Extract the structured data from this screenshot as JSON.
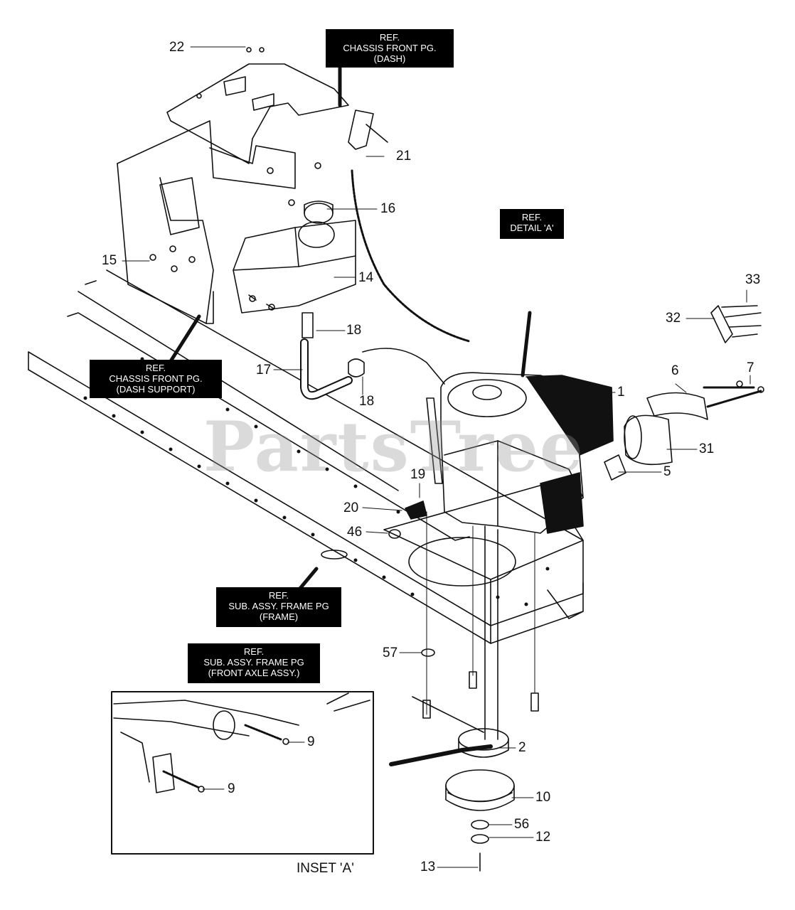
{
  "watermark": "PartsTree",
  "inset_caption": "INSET 'A'",
  "refs": {
    "chassis_dash": [
      "REF.",
      "CHASSIS FRONT PG.",
      "(DASH)"
    ],
    "detail_a": [
      "REF.",
      "DETAIL 'A'"
    ],
    "chassis_dash_support": [
      "REF.",
      "CHASSIS FRONT PG.",
      "(DASH SUPPORT)"
    ],
    "frame": [
      "REF.",
      "SUB. ASSY. FRAME PG",
      "(FRAME)"
    ],
    "front_axle": [
      "REF.",
      "SUB. ASSY. FRAME PG",
      "(FRONT AXLE ASSY.)"
    ]
  },
  "callouts": {
    "c22": "22",
    "c21": "21",
    "c16": "16",
    "c15": "15",
    "c14": "14",
    "c18a": "18",
    "c17": "17",
    "c18b": "18",
    "c33": "33",
    "c32": "32",
    "c1": "1",
    "c6": "6",
    "c7": "7",
    "c31": "31",
    "c5": "5",
    "c19": "19",
    "c20": "20",
    "c46": "46",
    "c57": "57",
    "c9a": "9",
    "c9b": "9",
    "c2": "2",
    "c10": "10",
    "c56": "56",
    "c12": "12",
    "c13": "13"
  },
  "colors": {
    "line": "#111111",
    "ref_bg": "#000000",
    "ref_text": "#ffffff",
    "watermark": "#969696"
  }
}
